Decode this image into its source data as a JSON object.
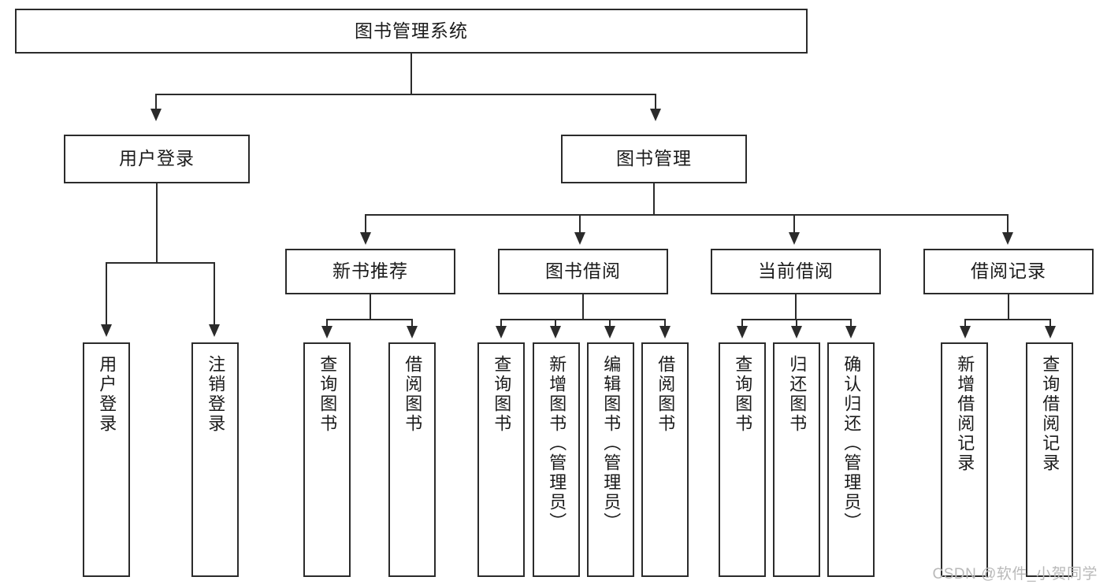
{
  "diagram": {
    "title": "图书管理系统",
    "watermark": "CSDN @软件_小贺同学",
    "stroke_color": "#2b2b2b",
    "text_color": "#1b1b1b",
    "background_color": "#ffffff",
    "watermark_color": "#b9b9b9"
  },
  "nodes": {
    "root": {
      "label": "图书管理系统"
    },
    "level2": [
      {
        "label": "用户登录"
      },
      {
        "label": "图书管理"
      }
    ],
    "level3": [
      {
        "label": "新书推荐"
      },
      {
        "label": "图书借阅"
      },
      {
        "label": "当前借阅"
      },
      {
        "label": "借阅记录"
      }
    ],
    "leaves": {
      "user_login": [
        {
          "label": "用户登录"
        },
        {
          "label": "注销登录"
        }
      ],
      "new_book": [
        {
          "label": "查询图书"
        },
        {
          "label": "借阅图书"
        }
      ],
      "book_borrow": [
        {
          "label": "查询图书"
        },
        {
          "label": "新增图书（管理员）"
        },
        {
          "label": "编辑图书（管理员）"
        },
        {
          "label": "借阅图书"
        }
      ],
      "current_borrow": [
        {
          "label": "查询图书"
        },
        {
          "label": "归还图书"
        },
        {
          "label": "确认归还（管理员）"
        }
      ],
      "borrow_record": [
        {
          "label": "新增借阅记录"
        },
        {
          "label": "查询借阅记录"
        }
      ]
    }
  }
}
